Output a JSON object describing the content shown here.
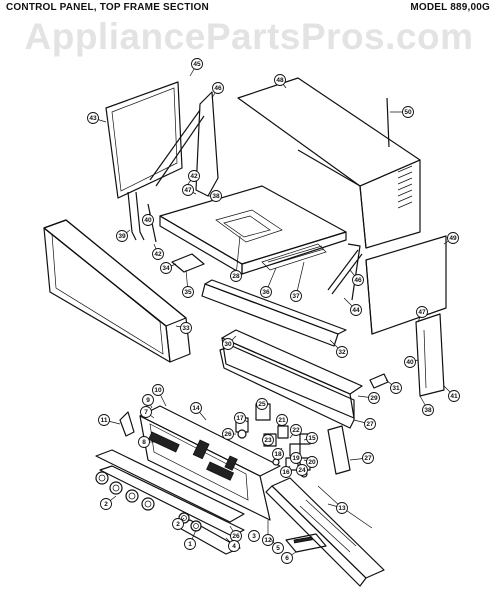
{
  "header": {
    "title": "CONTROL PANEL, TOP FRAME SECTION",
    "model": "MODEL 889,00G"
  },
  "watermark": "AppliancePartsPros.com",
  "callouts": [
    {
      "label": "45"
    },
    {
      "label": "46"
    },
    {
      "label": "43"
    },
    {
      "label": "48"
    },
    {
      "label": "50"
    },
    {
      "label": "42"
    },
    {
      "label": "47"
    },
    {
      "label": "38"
    },
    {
      "label": "40"
    },
    {
      "label": "39"
    },
    {
      "label": "42"
    },
    {
      "label": "35"
    },
    {
      "label": "28"
    },
    {
      "label": "36"
    },
    {
      "label": "37"
    },
    {
      "label": "49"
    },
    {
      "label": "46"
    },
    {
      "label": "44"
    },
    {
      "label": "34"
    },
    {
      "label": "33"
    },
    {
      "label": "30"
    },
    {
      "label": "32"
    },
    {
      "label": "47"
    },
    {
      "label": "40"
    },
    {
      "label": "31"
    },
    {
      "label": "41"
    },
    {
      "label": "38"
    },
    {
      "label": "29"
    },
    {
      "label": "27"
    },
    {
      "label": "10"
    },
    {
      "label": "9"
    },
    {
      "label": "14"
    },
    {
      "label": "11"
    },
    {
      "label": "7"
    },
    {
      "label": "17"
    },
    {
      "label": "25"
    },
    {
      "label": "21"
    },
    {
      "label": "22"
    },
    {
      "label": "15"
    },
    {
      "label": "8"
    },
    {
      "label": "26"
    },
    {
      "label": "23"
    },
    {
      "label": "24"
    },
    {
      "label": "18"
    },
    {
      "label": "19"
    },
    {
      "label": "16"
    },
    {
      "label": "20"
    },
    {
      "label": "27"
    },
    {
      "label": "2"
    },
    {
      "label": "13"
    },
    {
      "label": "1"
    },
    {
      "label": "2"
    },
    {
      "label": "26"
    },
    {
      "label": "3"
    },
    {
      "label": "12"
    },
    {
      "label": "4"
    },
    {
      "label": "5"
    },
    {
      "label": "6"
    }
  ]
}
